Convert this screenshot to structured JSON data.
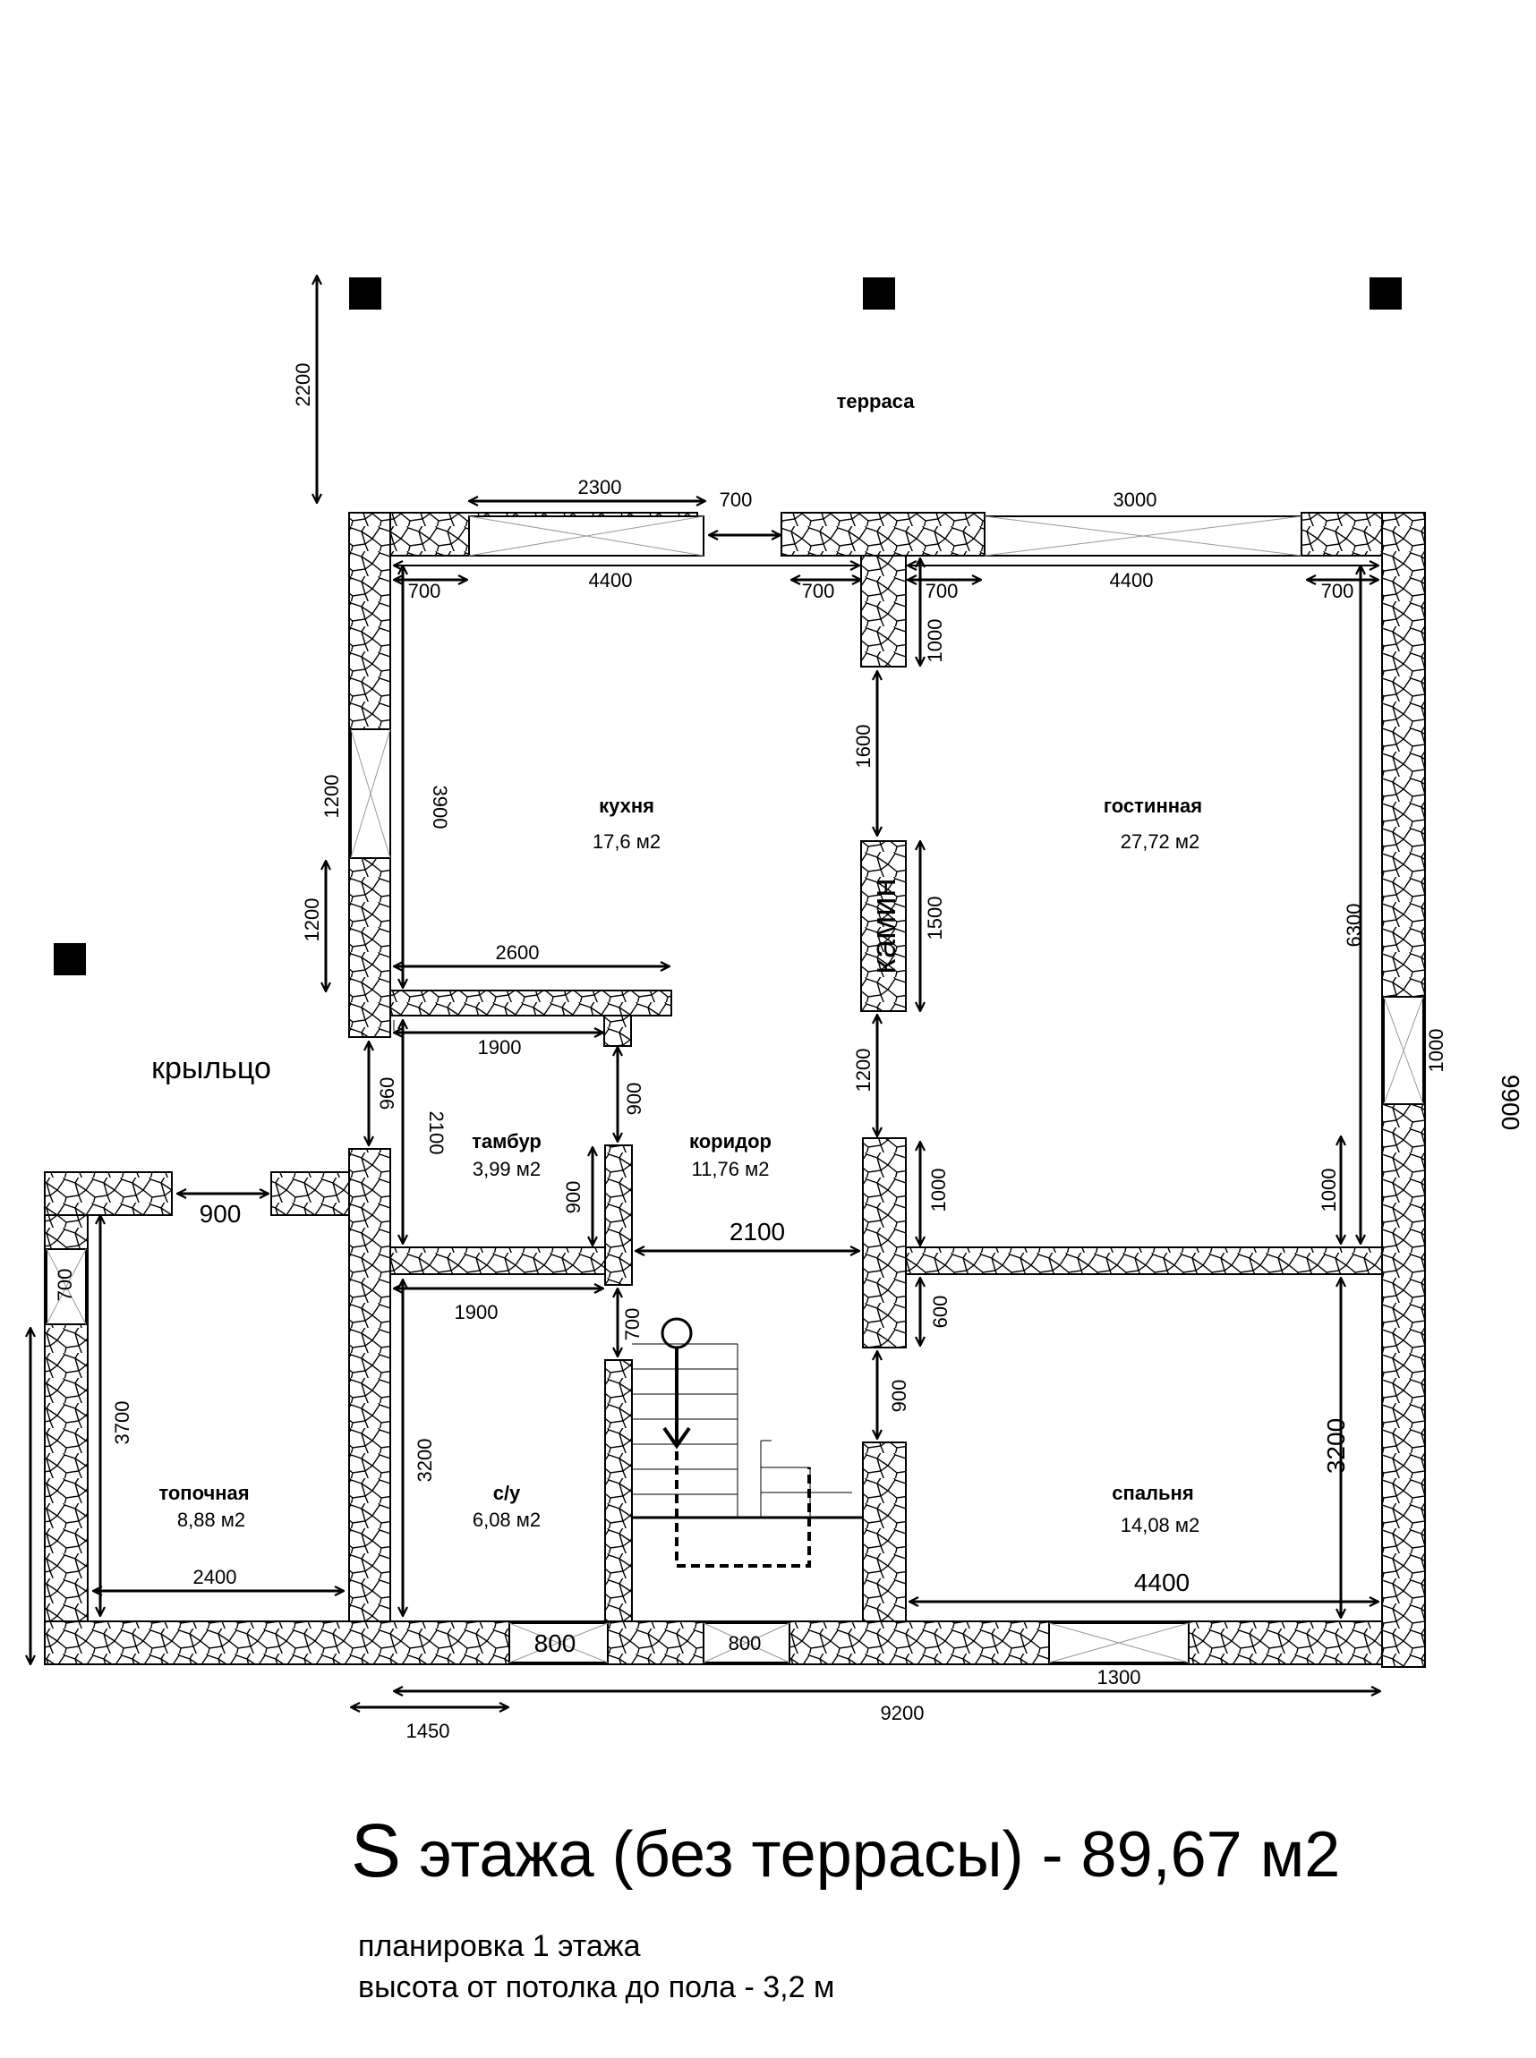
{
  "rooms": {
    "terrace": "терраса",
    "porch": "крыльцо",
    "kitchen": "кухня",
    "kitchen_area": "17,6 м2",
    "living": "гостинная",
    "living_area": "27,72 м2",
    "fireplace": "камин",
    "vestibule": "тамбур",
    "vestibule_area": "3,99 м2",
    "corridor": "коридор",
    "corridor_area": "11,76 м2",
    "boiler": "топочная",
    "boiler_area": "8,88 м2",
    "bathroom": "с/у",
    "bathroom_area": "6,08 м2",
    "bedroom": "спальня",
    "bedroom_area": "14,08 м2"
  },
  "dims": {
    "d2200": "2200",
    "d2300": "2300",
    "d700a": "700",
    "d3000": "3000",
    "d700b": "700",
    "d4400a": "4400",
    "d700c": "700",
    "d700d": "700",
    "d4400b": "4400",
    "d700e": "700",
    "d1000a": "1000",
    "d1600": "1600",
    "d1200a": "1200",
    "d3900": "3900",
    "d1200b": "1200",
    "d2600": "2600",
    "d1500": "1500",
    "d6300": "6300",
    "d1000b": "1000",
    "d9900": "9900",
    "d1900a": "1900",
    "d960": "960",
    "d2100a": "2100",
    "d900a": "900",
    "d1200c": "1200",
    "d900b": "900",
    "d900c": "900",
    "d2100b": "2100",
    "d1000c": "1000",
    "d1000d": "1000",
    "d700f": "700",
    "d1900b": "1900",
    "d700g": "700",
    "d600": "600",
    "d900d": "900",
    "d3700": "3700",
    "d3200a": "3200",
    "d3200b": "3200",
    "d2400": "2400",
    "d4400c": "4400",
    "d800a": "800",
    "d800b": "800",
    "d1300": "1300",
    "d1450": "1450",
    "d9200": "9200"
  },
  "caption": {
    "title_s": "S",
    "title_rest": " этажа (без террасы) - 89,67 м2",
    "line1": "планировка 1 этажа",
    "line2": "высота от потолка до пола - 3,2 м"
  }
}
